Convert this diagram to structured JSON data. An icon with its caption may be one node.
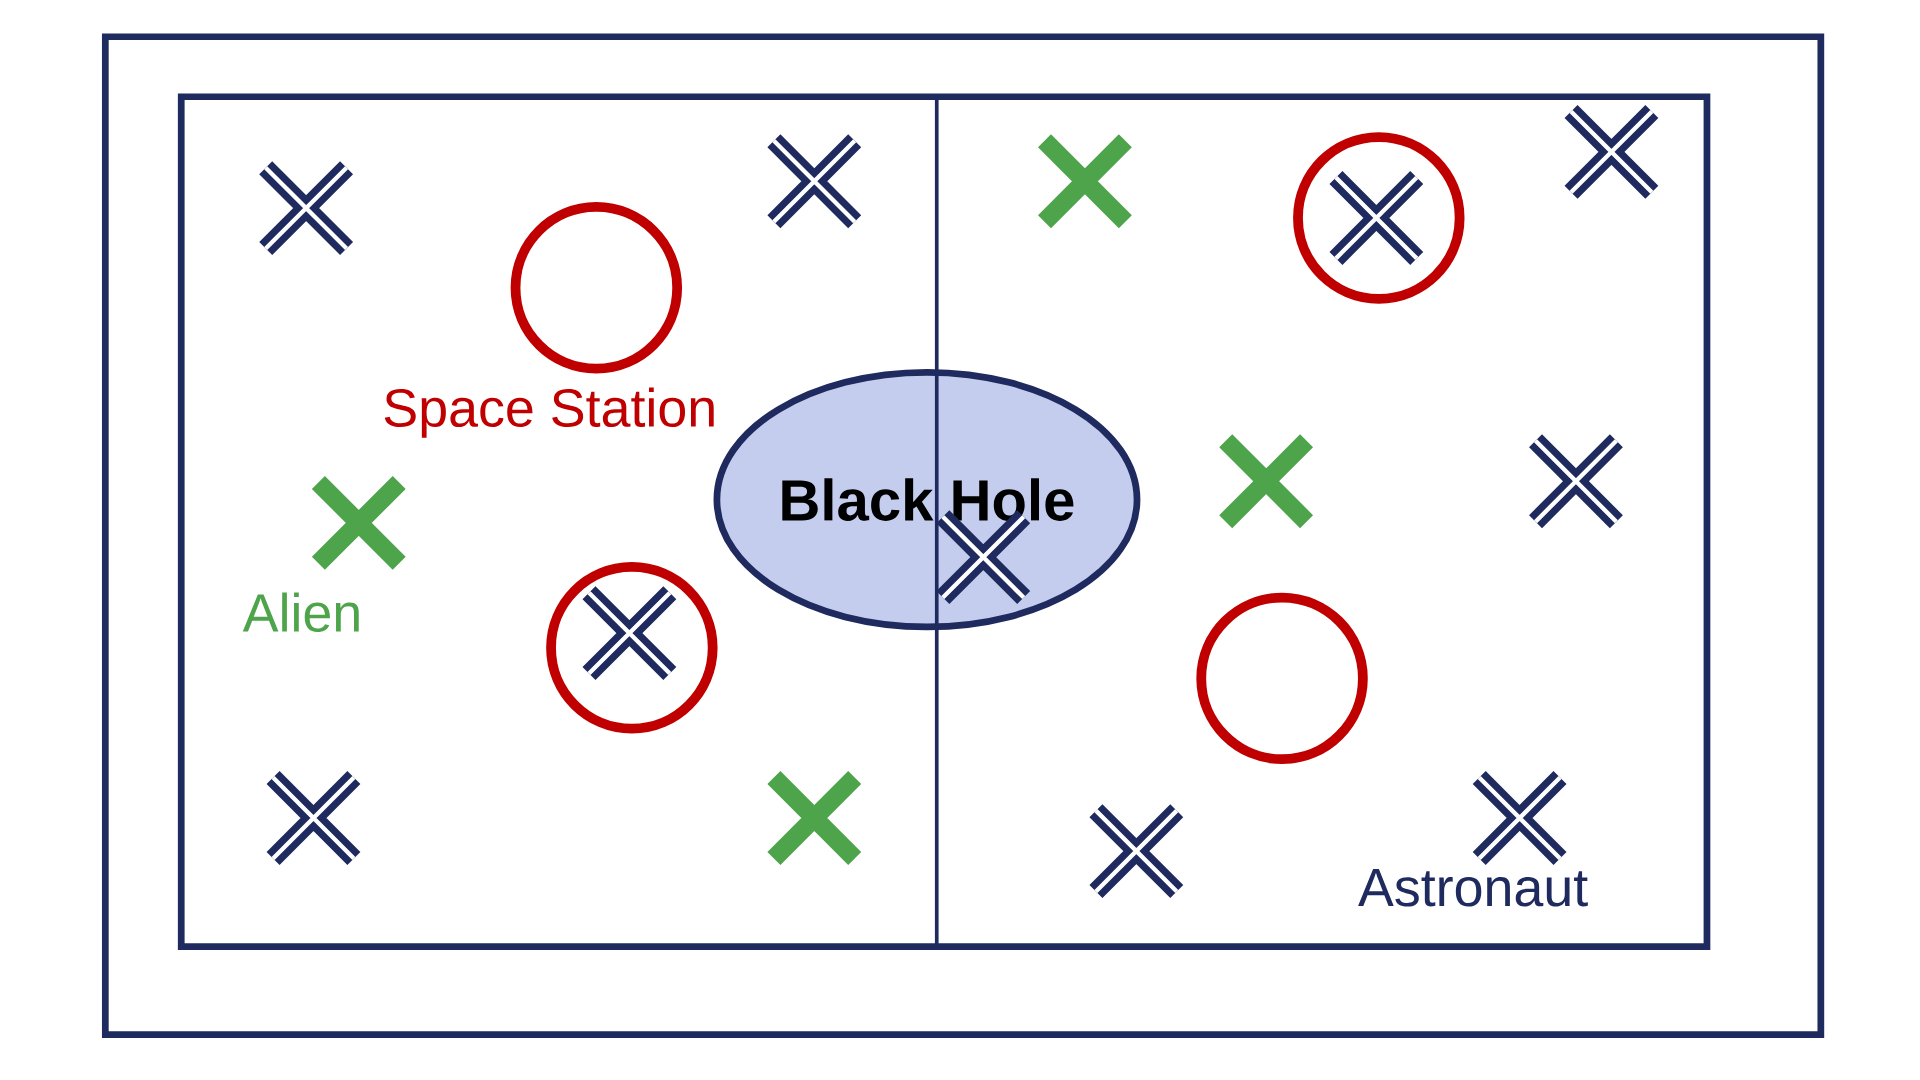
{
  "diagram": {
    "nodes": [
      {
        "text": [],
        "shape": "circle"
      },
      {
        "text": [],
        "shape": "circle"
      },
      {
        "text": [
          "Black Hole"
        ]
      },
      {
        "text": [],
        "shape": "circle"
      },
      {
        "text": [],
        "shape": "circle"
      }
    ],
    "labels": [
      "Space Station",
      "Alien",
      "Astronaut"
    ]
  }
}
